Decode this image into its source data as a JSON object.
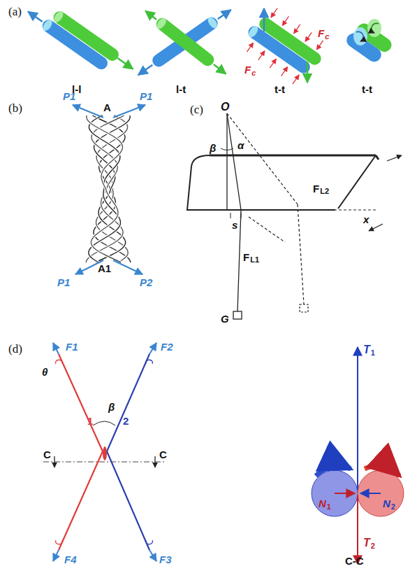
{
  "diagram": {
    "labels": [
      "(a)",
      "l-l",
      "l-t",
      "t-t",
      "t-t",
      "F",
      "c",
      "F",
      "c",
      "(b)",
      "A",
      "P1",
      "P1",
      "A1",
      "P1",
      "P2",
      "(c)",
      "O",
      "β",
      "α",
      "F",
      "L2",
      "s",
      "x",
      "F",
      "L1",
      "G",
      "(d)",
      "F1",
      "F2",
      "θ",
      "β",
      "1",
      "2",
      "C",
      "C",
      "F4",
      "F3",
      "T",
      "1",
      "N",
      "1",
      "N",
      "2",
      "T",
      "2",
      "C-C"
    ]
  }
}
